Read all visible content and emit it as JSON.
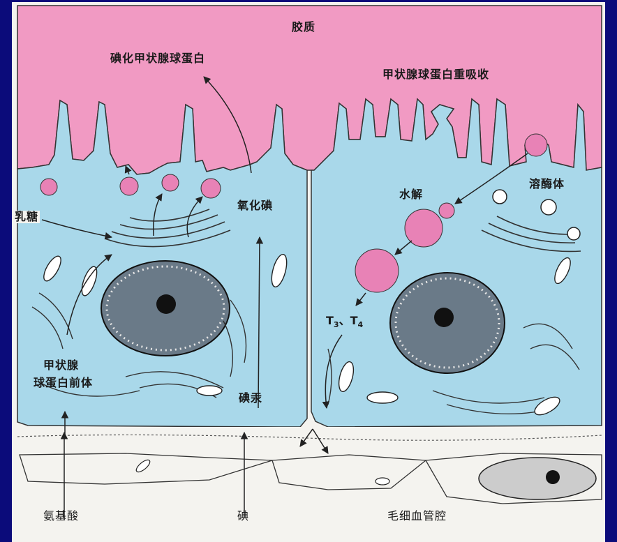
{
  "labels": {
    "colloid": "胶质",
    "iodinated_thyroglobulin": "碘化甲状腺球蛋白",
    "thyroglobulin_reabsorption": "甲状腺球蛋白重吸收",
    "lactose": "乳糖",
    "iodine_oxidation": "氧化碘",
    "hydrolysis": "水解",
    "lysosome": "溶酶体",
    "t3_base": "T",
    "t3_sub": "3",
    "t3_sep": "、T",
    "t4_sub": "4",
    "thyroglobulin_precursor_1": "甲状腺",
    "thyroglobulin_precursor_2": "球蛋白前体",
    "iodide_pump": "碘汞",
    "amino_acid": "氨基酸",
    "iodine": "碘",
    "capillary_lumen": "毛细血管腔"
  },
  "colors": {
    "background": "#0b0b7a",
    "colloid": "#f19ac3",
    "cytoplasm": "#a9d8ea",
    "droplet": "#e882b6",
    "outline": "#222222"
  }
}
